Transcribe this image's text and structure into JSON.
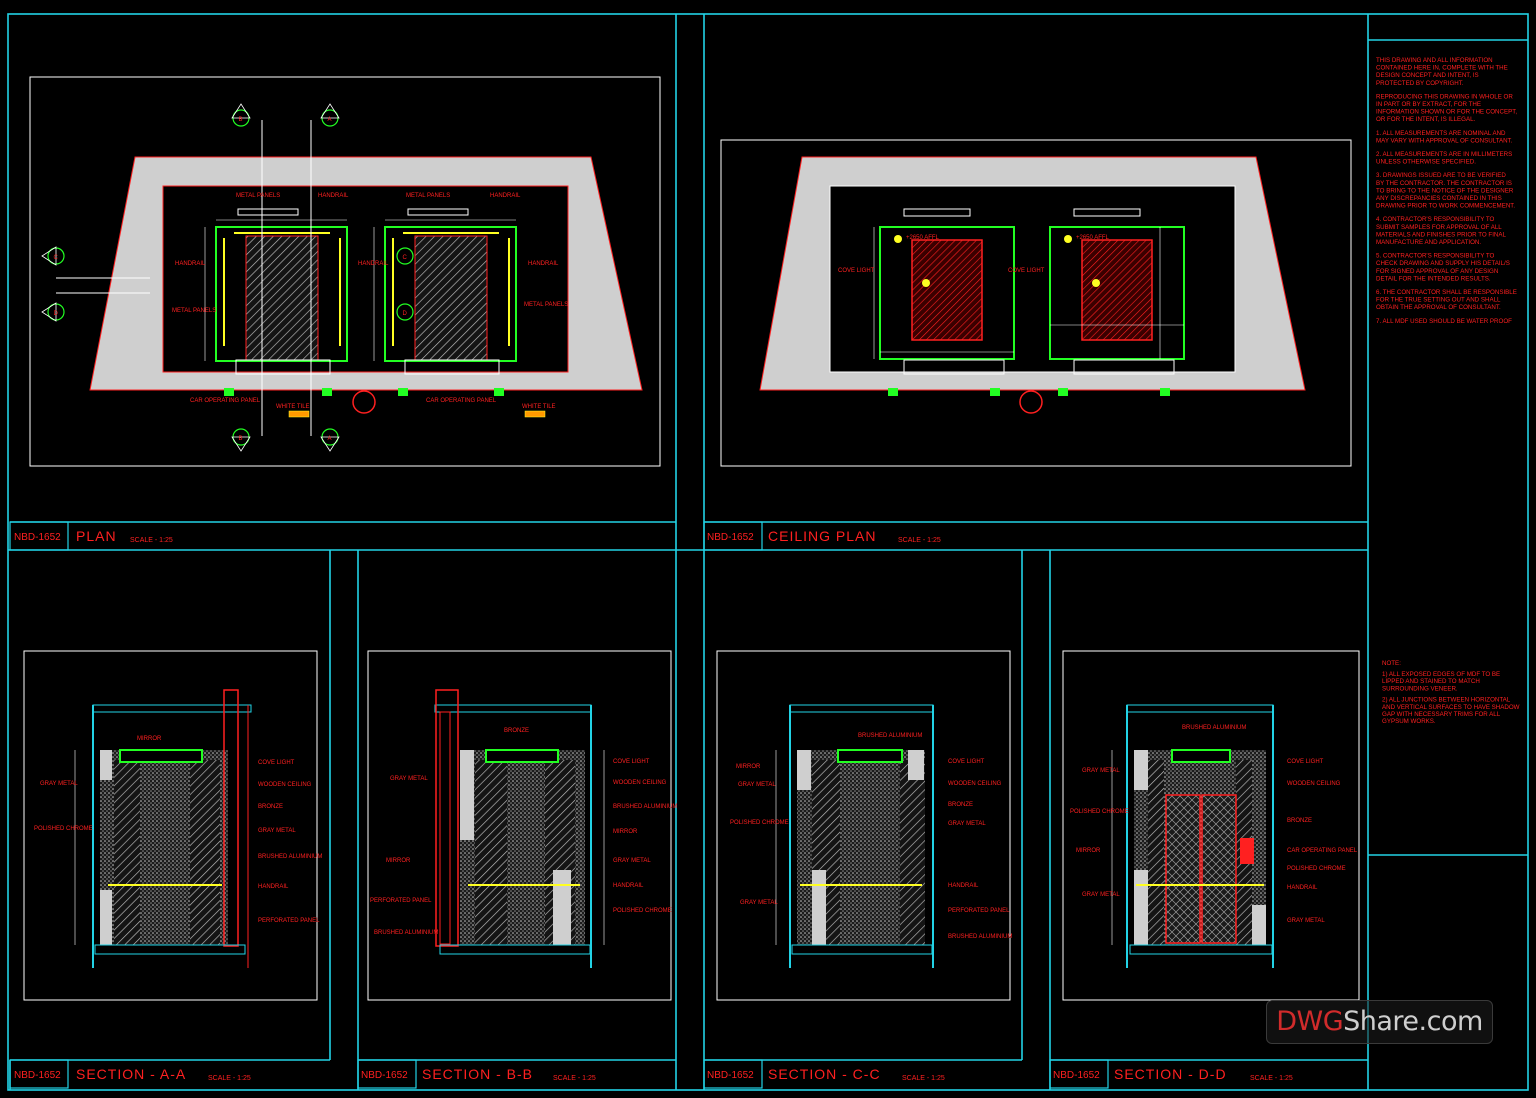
{
  "sheet": {
    "colors": {
      "frame": "#22d3e6",
      "text": "#ff2020",
      "green": "#22ff22",
      "fill": "#cfcfcf",
      "yellow": "#ffff22",
      "white": "#ffffff"
    },
    "code": "NBD-1652",
    "scale_text": "SCALE - 1:25"
  },
  "views": [
    {
      "title": "PLAN"
    },
    {
      "title": "CEILING PLAN"
    },
    {
      "title": "SECTION - A-A"
    },
    {
      "title": "SECTION - B-B"
    },
    {
      "title": "SECTION - C-C"
    },
    {
      "title": "SECTION - D-D"
    }
  ],
  "plan": {
    "metal_panels": "METAL PANELS",
    "handrail": "HANDRAIL",
    "metal_panels_side": "METAL PANELS",
    "car_operating_panel": "CAR OPERATING PANEL",
    "white_tile": "WHITE TILE",
    "markers": [
      "B",
      "A",
      "C",
      "D"
    ]
  },
  "ceiling": {
    "cove_light": "COVE LIGHT",
    "level": "+2650 AFFL"
  },
  "sections": {
    "a": [
      "MIRROR",
      "GRAY METAL",
      "POLISHED CHROME",
      "COVE LIGHT",
      "WOODEN CEILING",
      "BRONZE",
      "GRAY METAL",
      "BRUSHED ALUMINIUM",
      "HANDRAIL",
      "PERFORATED PANEL"
    ],
    "b": [
      "BRONZE",
      "GRAY METAL",
      "MIRROR",
      "PERFORATED PANEL",
      "BRUSHED ALUMINIUM",
      "COVE LIGHT",
      "WOODEN CEILING",
      "BRUSHED ALUMINIUM",
      "MIRROR",
      "GRAY METAL",
      "HANDRAIL",
      "POLISHED CHROME"
    ],
    "c": [
      "BRUSHED ALUMINIUM",
      "MIRROR",
      "GRAY METAL",
      "POLISHED CHROME",
      "GRAY METAL",
      "COVE LIGHT",
      "WOODEN CEILING",
      "BRONZE",
      "GRAY METAL",
      "HANDRAIL",
      "PERFORATED PANEL",
      "BRUSHED ALUMINIUM"
    ],
    "d": [
      "BRUSHED ALUMINIUM",
      "GRAY METAL",
      "POLISHED CHROME",
      "MIRROR",
      "GRAY METAL",
      "COVE LIGHT",
      "WOODEN CEILING",
      "BRONZE",
      "CAR OPERATING PANEL",
      "POLISHED CHROME",
      "HANDRAIL",
      "GRAY METAL"
    ]
  },
  "notes": {
    "paragraphs": [
      "THIS DRAWING AND ALL INFORMATION CONTAINED HERE IN, COMPLETE WITH THE DESIGN CONCEPT AND INTENT, IS PROTECTED BY COPYRIGHT.",
      "REPRODUCING THIS DRAWING IN WHOLE OR IN PART OR BY EXTRACT, FOR THE INFORMATION SHOWN OR FOR THE CONCEPT, OR FOR THE INTENT, IS ILLEGAL.",
      "1. ALL MEASUREMENTS ARE NOMINAL AND MAY VARY WITH APPROVAL OF CONSULTANT.",
      "2. ALL MEASUREMENTS ARE IN MILLIMETERS UNLESS OTHERWISE SPECIFIED.",
      "3. DRAWINGS ISSUED ARE TO BE VERIFIED BY THE CONTRACTOR. THE CONTRACTOR IS TO BRING TO THE NOTICE OF THE DESIGNER ANY DISCREPANCIES CONTAINED IN THIS DRAWING PRIOR TO WORK COMMENCEMENT.",
      "4. CONTRACTOR'S RESPONSIBILITY TO SUBMIT SAMPLES FOR APPROVAL OF ALL MATERIALS AND FINISHES PRIOR TO FINAL MANUFACTURE AND APPLICATION.",
      "5. CONTRACTOR'S RESPONSIBILITY TO CHECK DRAWING AND SUPPLY HIS DETAIL/S FOR SIGNED APPROVAL OF ANY DESIGN DETAIL FOR THE INTENDED RESULTS.",
      "6. THE CONTRACTOR SHALL BE RESPONSIBLE FOR THE TRUE SETTING OUT AND SHALL OBTAIN THE APPROVAL OF CONSULTANT.",
      "7. ALL MDF USED SHOULD BE WATER PROOF"
    ],
    "note_title": "NOTE:",
    "note_items": [
      "1) ALL EXPOSED EDGES OF MDF TO BE LIPPED AND STAINED TO MATCH SURROUNDING VENEER.",
      "2) ALL JUNCTIONS BETWEEN HORIZONTAL AND VERTICAL SURFACES TO HAVE SHADOW GAP WITH NECESSARY TRIMS FOR ALL GYPSUM WORKS."
    ]
  },
  "watermark": {
    "part1": "DWG",
    "part2": "Share.com"
  }
}
